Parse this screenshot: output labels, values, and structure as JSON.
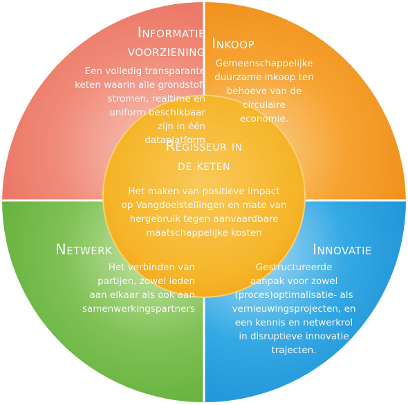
{
  "quadrants": {
    "informatie": {
      "title": "Informatie\nvoorziening",
      "text": "Een volledig transparante\nketen waarin alle grondstof-\nstromen, realtime en\nuniform beschikbaar\nzijn in één\ndataplatform",
      "color": "#ef7d6d"
    },
    "inkoop": {
      "title": "Inkoop",
      "text": "Gemeenschappelijke\nduurzame inkoop ten\nbehoeve van de circulaire\neconomie.",
      "color": "#f59a23"
    },
    "netwerk": {
      "title": "Netwerk",
      "text": "Het verbinden van\npartijen, zowel leden\naan elkaar als ook aan\nsamenwerkingspartners",
      "color": "#6fba45"
    },
    "innovatie": {
      "title": "Innovatie",
      "text": "Gestructureerde\naanpak voor zowel\n(proces)optimalisatie- als\nvernieuwingsprojecten, en\neen kennis en netwerkrol\nin disruptieve innovatie\ntrajecten.",
      "color": "#29a3e0"
    }
  },
  "center": {
    "title": "Regisseur in\nde keten",
    "text": "Het maken van positieve impact\nop Vangdoelstellingen en mate van\nhergebruik tegen aanvaardbare\nmaatschappelijke kosten",
    "color": "#f7b62b"
  }
}
